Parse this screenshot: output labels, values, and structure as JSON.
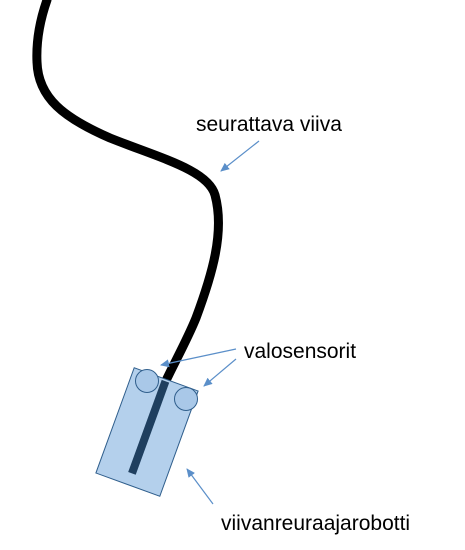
{
  "labels": {
    "line": "seurattava viiva",
    "sensors": "valosensorit",
    "robot": "viivanreuraajarobotti"
  },
  "colors": {
    "line": "#000000",
    "robot_fill": "#b4d0ec",
    "robot_stroke": "#2f5e8c",
    "sensor_fill": "#a9c8e8",
    "sensor_stroke": "#2f5e8c",
    "center_bar": "#1f3f5f",
    "arrow": "#5b8fc9"
  }
}
